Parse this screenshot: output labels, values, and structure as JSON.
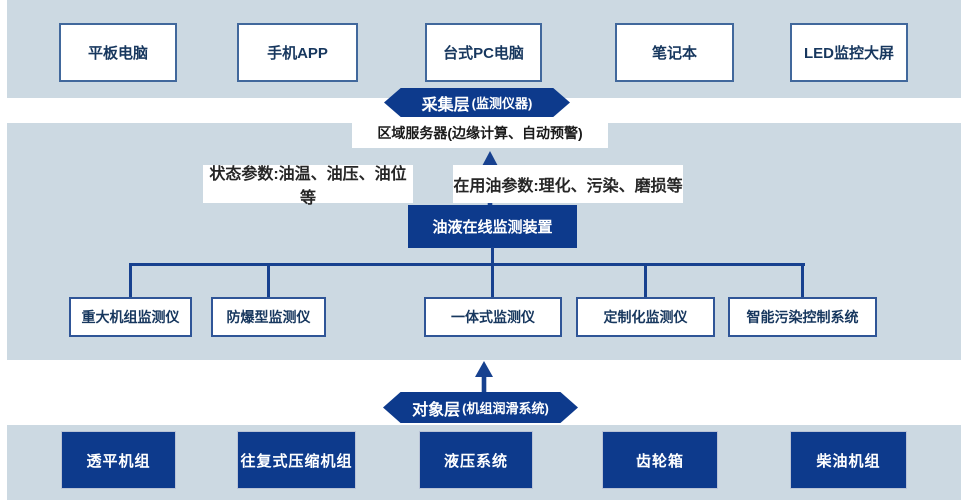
{
  "colors": {
    "band_bg": "#ccd9e2",
    "dark_blue": "#0d3a8c",
    "line_blue": "#17418f",
    "top_box_border": "#41689c",
    "monitor_box_border": "#2f5597",
    "navy_text": "#17375e",
    "label_text": "#262626"
  },
  "top_devices": {
    "items": [
      "平板电脑",
      "手机APP",
      "台式PC电脑",
      "笔记本",
      "LED监控大屏"
    ]
  },
  "collection_layer": {
    "title": "采集层",
    "subtitle": "(监测仪器)"
  },
  "server_box": {
    "label": "区域服务器(边缘计算、自动预警)"
  },
  "param_labels": {
    "left": "状态参数:油温、油压、油位等",
    "right": "在用油参数:理化、污染、磨损等"
  },
  "hub": {
    "label": "油液在线监测装置"
  },
  "monitors": {
    "items": [
      "重大机组监测仪",
      "防爆型监测仪",
      "一体式监测仪",
      "定制化监测仪",
      "智能污染控制系统"
    ]
  },
  "object_layer": {
    "title": "对象层",
    "subtitle": "(机组润滑系统)"
  },
  "equipment": {
    "items": [
      "透平机组",
      "往复式压缩机组",
      "液压系统",
      "齿轮箱",
      "柴油机组"
    ]
  }
}
